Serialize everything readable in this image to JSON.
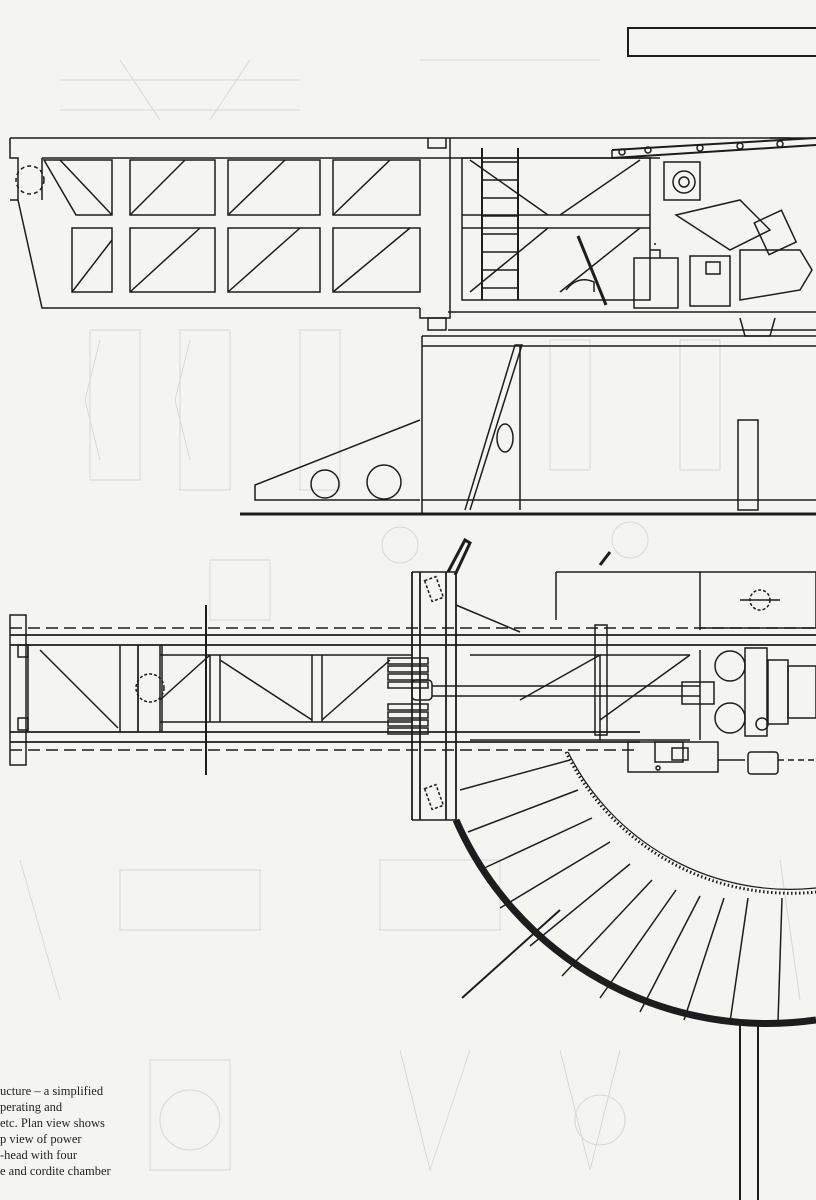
{
  "caption": {
    "lines": [
      "ucture – a simplified",
      "perating and",
      "etc. Plan view shows",
      "p view of power",
      "-head with four",
      "e and cordite chamber"
    ]
  },
  "colors": {
    "paper": "#f4f4f1",
    "ink": "#1d1d1d",
    "ghost": "#d9d9d4"
  }
}
